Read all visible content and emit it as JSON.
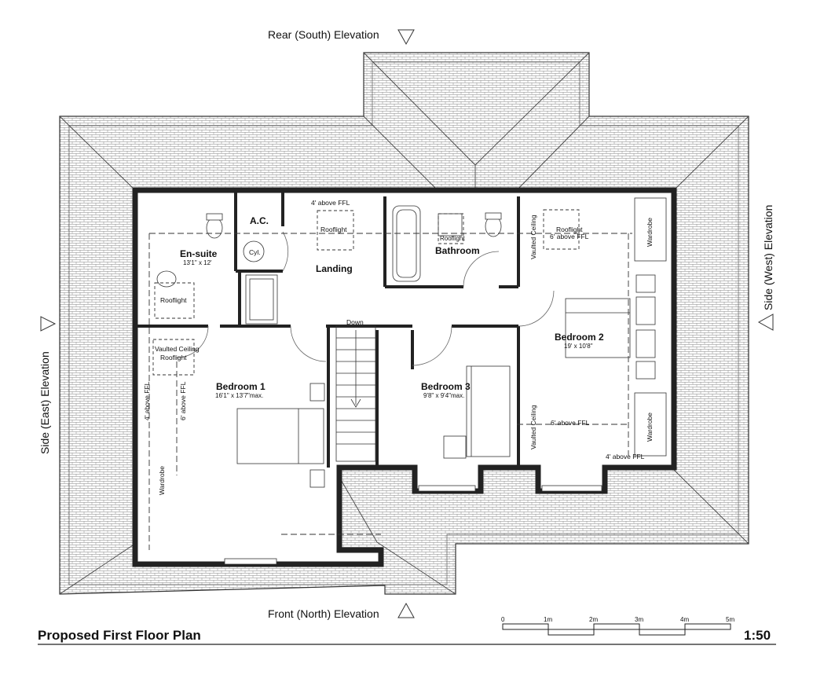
{
  "title": "Proposed First Floor Plan",
  "scale": "1:50",
  "elevations": {
    "rear": "Rear (South) Elevation",
    "front": "Front (North) Elevation",
    "east": "Side (East) Elevation",
    "west": "Side (West) Elevation"
  },
  "rooms": {
    "ensuite": {
      "name": "En-suite",
      "dims": "13'1\" x 12'"
    },
    "ac": {
      "name": "A.C."
    },
    "landing": {
      "name": "Landing"
    },
    "bathroom": {
      "name": "Bathroom"
    },
    "bedroom1": {
      "name": "Bedroom 1",
      "dims": "16'1\" x 13'7\"max."
    },
    "bedroom2": {
      "name": "Bedroom 2",
      "dims": "19' x 10'8\""
    },
    "bedroom3": {
      "name": "Bedroom 3",
      "dims": "9'8\" x 9'4\"max."
    }
  },
  "notes": {
    "cyl": "Cyl.",
    "down": "Down",
    "rooflight": "Rooflight",
    "above_ffl_4": "4' above FFL",
    "above_ffl_6": "6' above FFL",
    "rooflight_6ffl": "6' above FFL",
    "vaulted_ceiling": "Vaulted Ceiling",
    "wardrobe": "Wardrobe"
  },
  "scale_bar": {
    "ticks": [
      "0",
      "1m",
      "2m",
      "3m",
      "4m",
      "5m"
    ]
  }
}
